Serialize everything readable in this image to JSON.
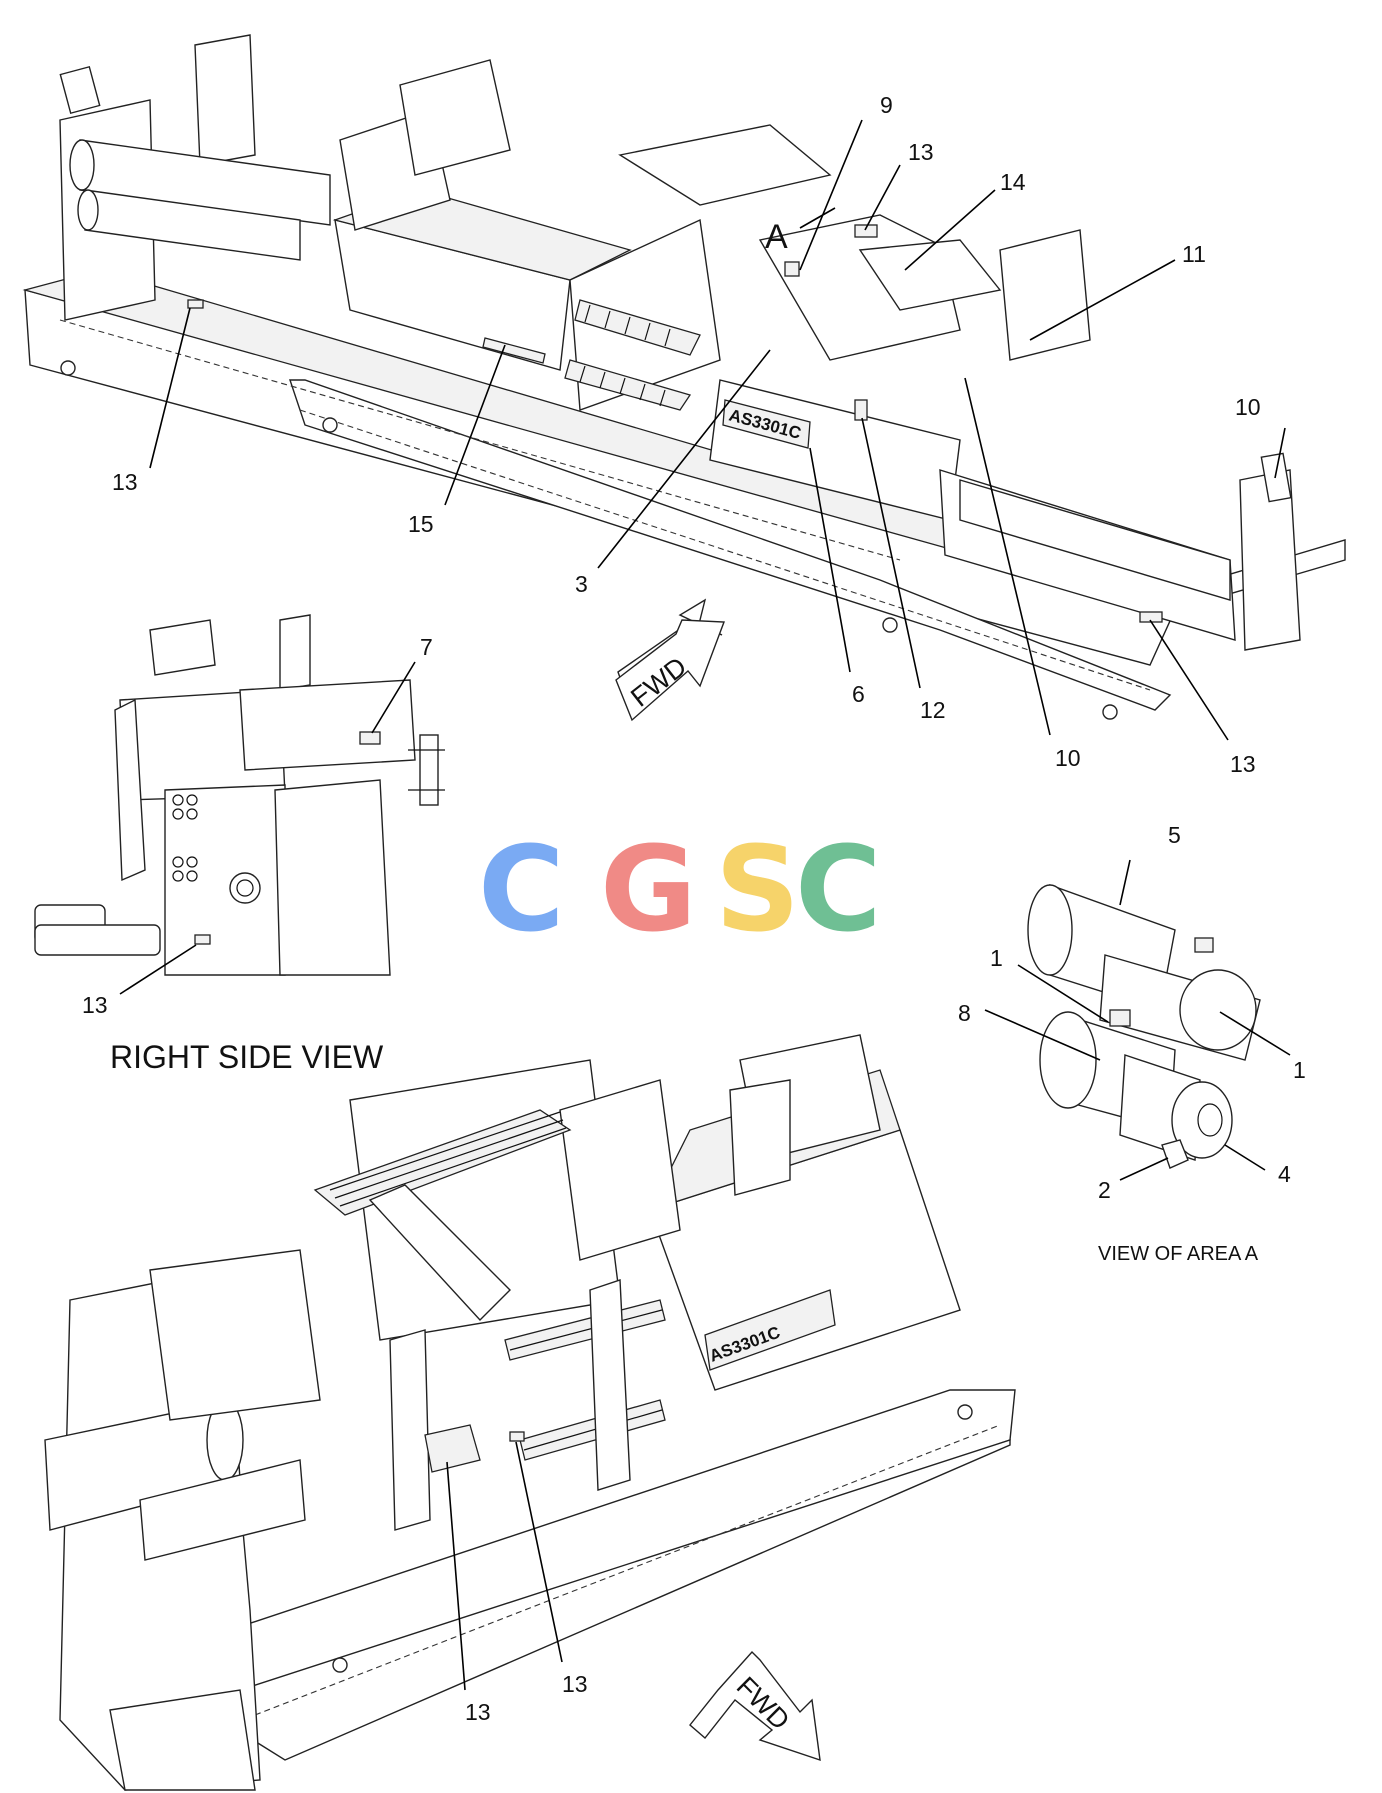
{
  "views": {
    "right_side": "RIGHT SIDE VIEW",
    "area_a": "VIEW OF AREA A",
    "area_marker": "A"
  },
  "watermark": {
    "letters": [
      "C",
      "G",
      "S",
      "C"
    ],
    "colors": [
      "#7aaaf3",
      "#f08a86",
      "#f6d36a",
      "#6fbf94"
    ]
  },
  "arrows": {
    "fwd_label": "FWD"
  },
  "model_label": "AS3301C",
  "callouts": {
    "top": [
      "9",
      "13",
      "14",
      "11",
      "10",
      "13",
      "15",
      "3",
      "6",
      "12",
      "10",
      "13"
    ],
    "side": [
      "7",
      "13"
    ],
    "area_a": [
      "5",
      "1",
      "8",
      "1",
      "2",
      "4"
    ],
    "bottom": [
      "13",
      "13"
    ]
  }
}
